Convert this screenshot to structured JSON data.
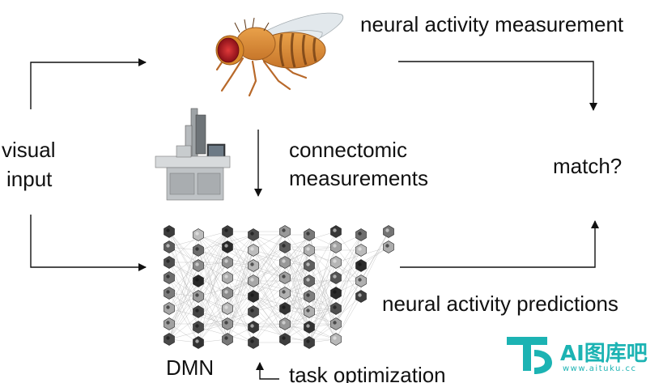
{
  "labels": {
    "neural_activity_measurement": "neural activity measurement",
    "visual": "visual",
    "input": "input",
    "connectomic": "connectomic",
    "measurements": "measurements",
    "match": "match?",
    "neural_activity_predictions": "neural activity predictions",
    "dmn": "DMN",
    "task_optimization": "task optimization"
  },
  "watermark": {
    "brand": "AI图库吧",
    "url": "www.aituku.cc",
    "color": "#1cb3b3"
  },
  "colors": {
    "arrow": "#111111",
    "fly_body": "#d98a2b",
    "fly_eye": "#c0202a",
    "network_edge": "#9a9a9a"
  }
}
